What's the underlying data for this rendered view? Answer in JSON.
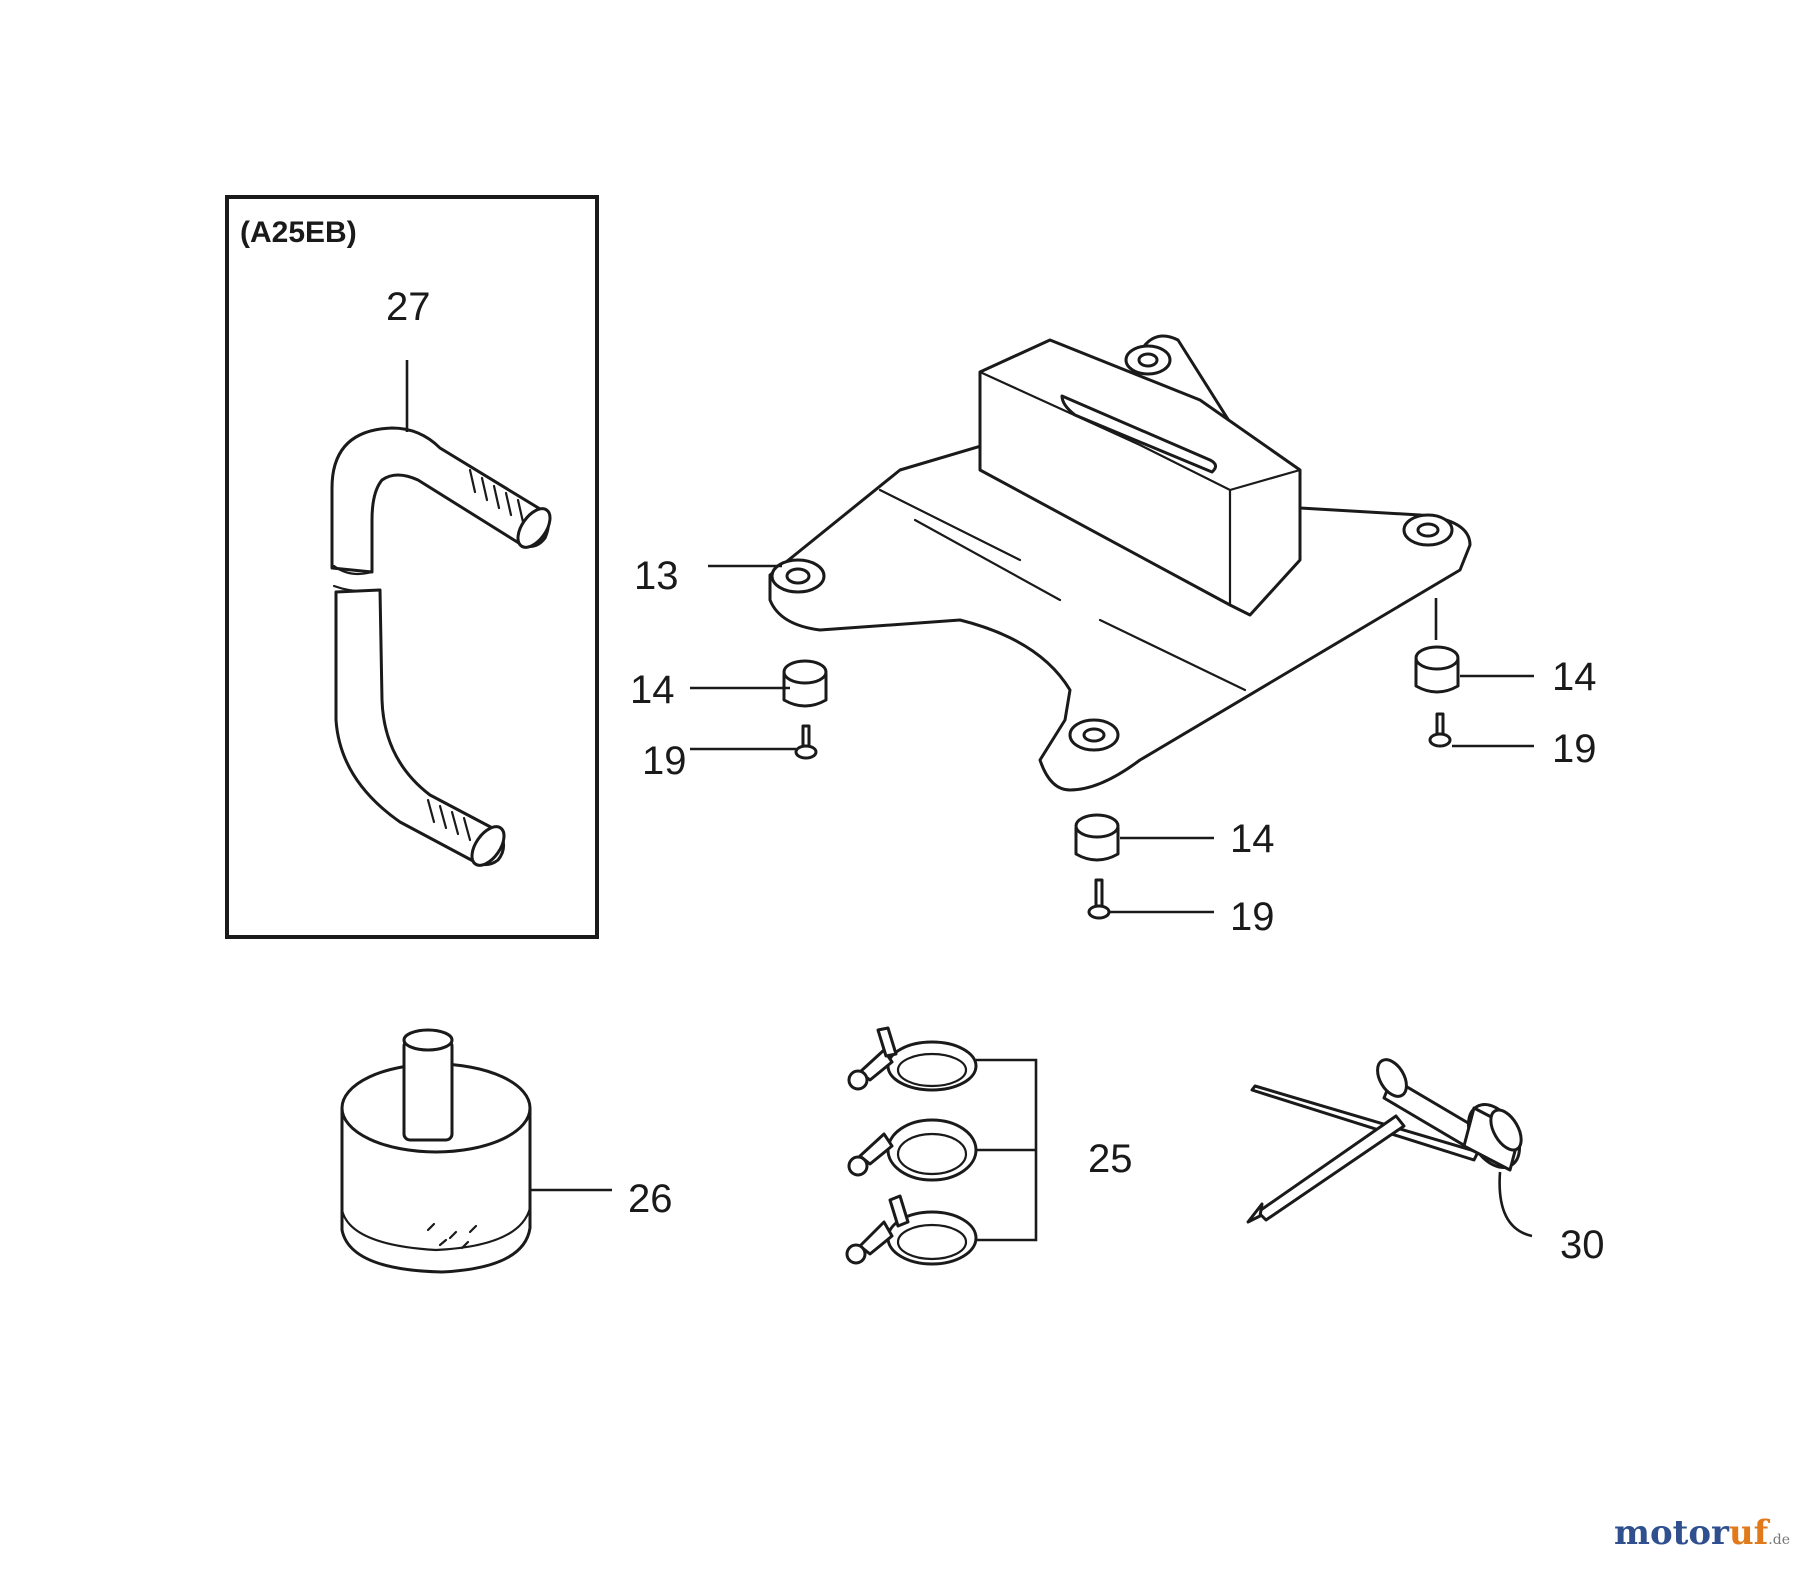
{
  "diagram": {
    "variant_box_label": "(A25EB)",
    "callouts": {
      "p27": "27",
      "p13": "13",
      "p14_left": "14",
      "p14_right": "14",
      "p14_bottom": "14",
      "p19_left": "19",
      "p19_right": "19",
      "p19_bottom": "19",
      "p26": "26",
      "p25": "25",
      "p30": "30"
    }
  },
  "watermark": {
    "part1": "motor",
    "part2": "uf",
    "suffix": ".de"
  }
}
